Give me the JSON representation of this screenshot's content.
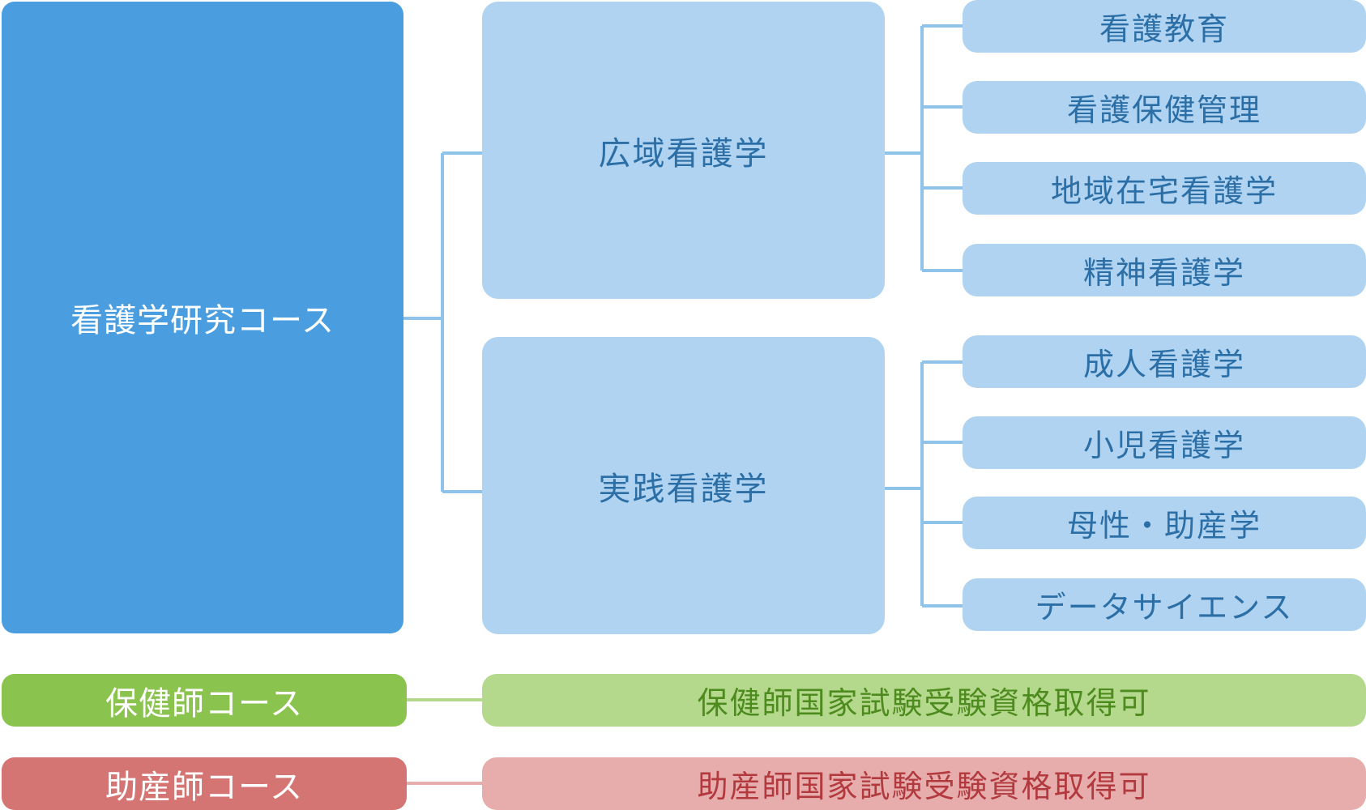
{
  "colors": {
    "research_course": "#4a9ee0",
    "field_box": "#afd3f0",
    "field_text": "#2c6fa6",
    "connector_blue": "#8fc3ea",
    "health_course": "#8bc34f",
    "health_license": "#b5d98c",
    "health_text": "#4e8b1f",
    "midwife_course": "#d57573",
    "midwife_license": "#e6adac",
    "midwife_text": "#b23a3f"
  },
  "research_course": {
    "label": "看護学研究コース",
    "fields": [
      {
        "label": "広域看護学",
        "subjects": [
          "看護教育",
          "看護保健管理",
          "地域在宅看護学",
          "精神看護学"
        ]
      },
      {
        "label": "実践看護学",
        "subjects": [
          "成人看護学",
          "小児看護学",
          "母性・助産学",
          "データサイエンス"
        ]
      }
    ]
  },
  "public_health_course": {
    "label": "保健師コース",
    "qualification": "保健師国家試験受験資格取得可"
  },
  "midwife_course": {
    "label": "助産師コース",
    "qualification": "助産師国家試験受験資格取得可"
  }
}
